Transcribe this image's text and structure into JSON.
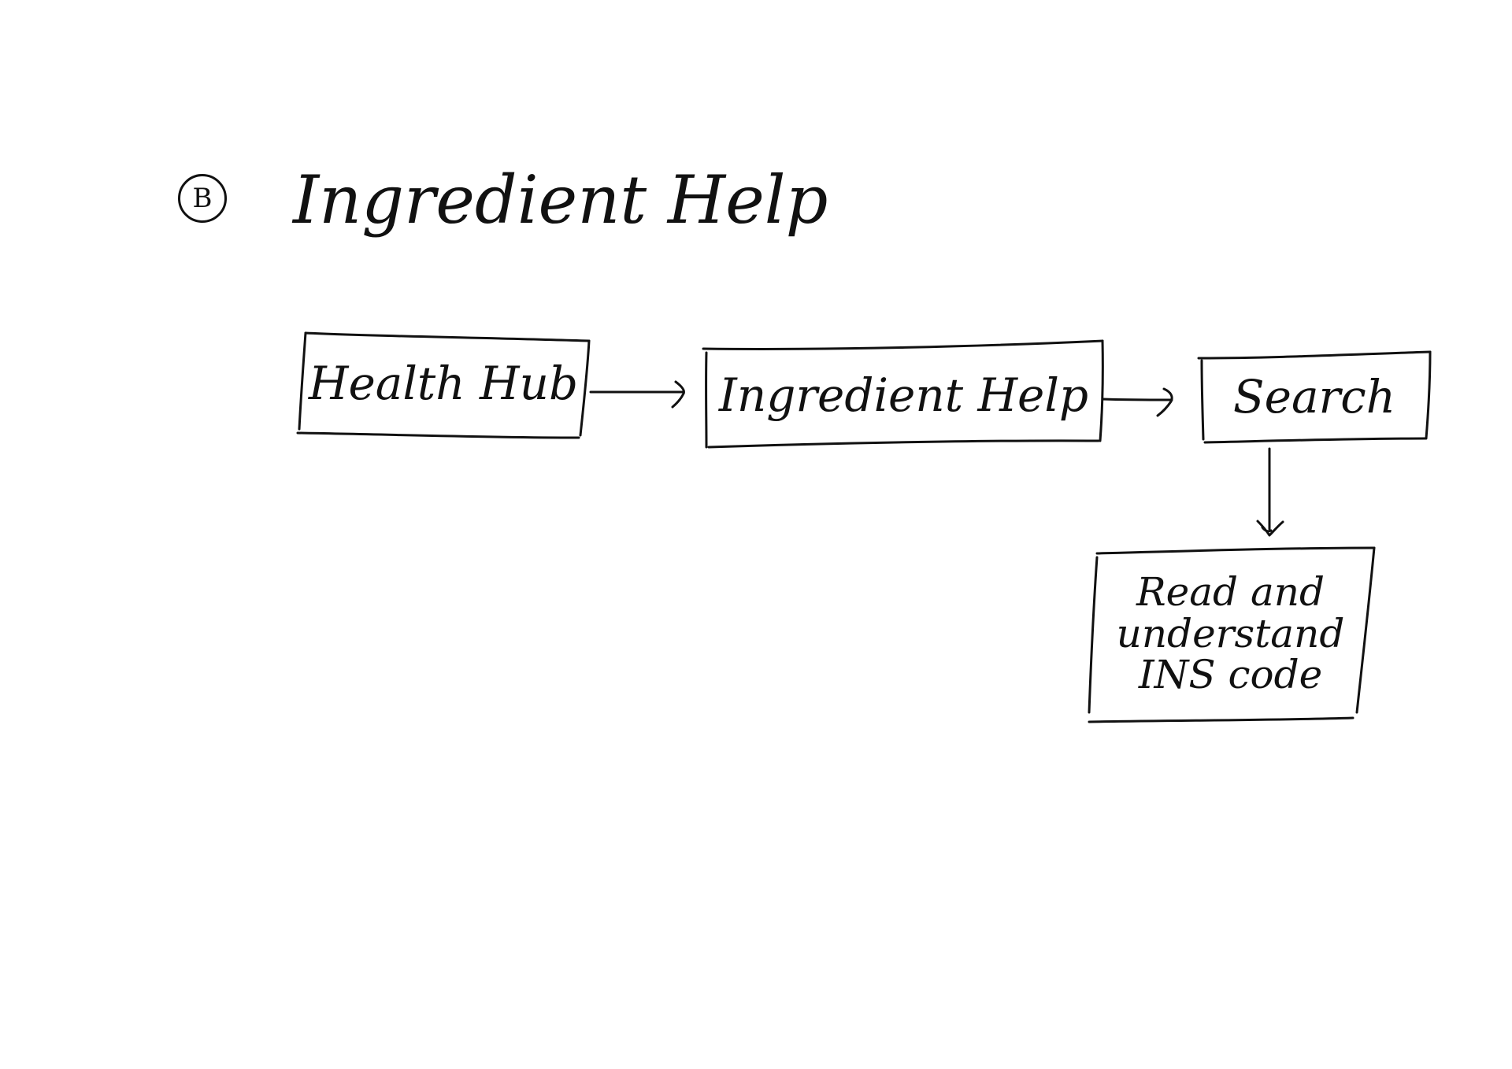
{
  "diagram": {
    "section_marker": "B",
    "title": "Ingredient Help",
    "nodes": [
      {
        "id": "health-hub",
        "label": "Health Hub"
      },
      {
        "id": "ingredient-help",
        "label": "Ingredient Help"
      },
      {
        "id": "search",
        "label": "Search"
      },
      {
        "id": "read-ins",
        "label_lines": [
          "Read and",
          "understand",
          "INS code"
        ]
      }
    ],
    "edges": [
      {
        "from": "health-hub",
        "to": "ingredient-help"
      },
      {
        "from": "ingredient-help",
        "to": "search"
      },
      {
        "from": "search",
        "to": "read-ins"
      }
    ]
  },
  "colors": {
    "ink": "#111111",
    "background": "#ffffff"
  }
}
